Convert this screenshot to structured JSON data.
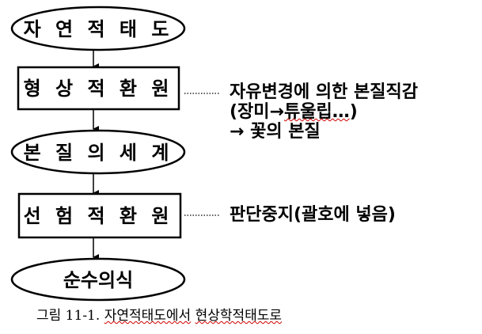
{
  "nodes": [
    {
      "label": "자 연 적 태 도",
      "shape": "ellipse"
    },
    {
      "label": "형 상 적 환 원",
      "shape": "box"
    },
    {
      "label": "본 질 의 세 계",
      "shape": "ellipse"
    },
    {
      "label": "선 험 적 환 원",
      "shape": "box"
    },
    {
      "label": "순수의식",
      "shape": "ellipse"
    }
  ],
  "annotations": {
    "eidetic": {
      "line1": "자유변경에 의한 본질직감",
      "line2_a": "(장미→",
      "line2_b": "튜울립…",
      "line2_c": ")",
      "line3": "→ 꽃의 본질"
    },
    "transcendental": {
      "line1": "판단중지(괄호에 넣음)"
    }
  },
  "caption": {
    "prefix": "그림 11-1. ",
    "part1": "자연적태도에서",
    "part2": "현상학적태도로"
  }
}
